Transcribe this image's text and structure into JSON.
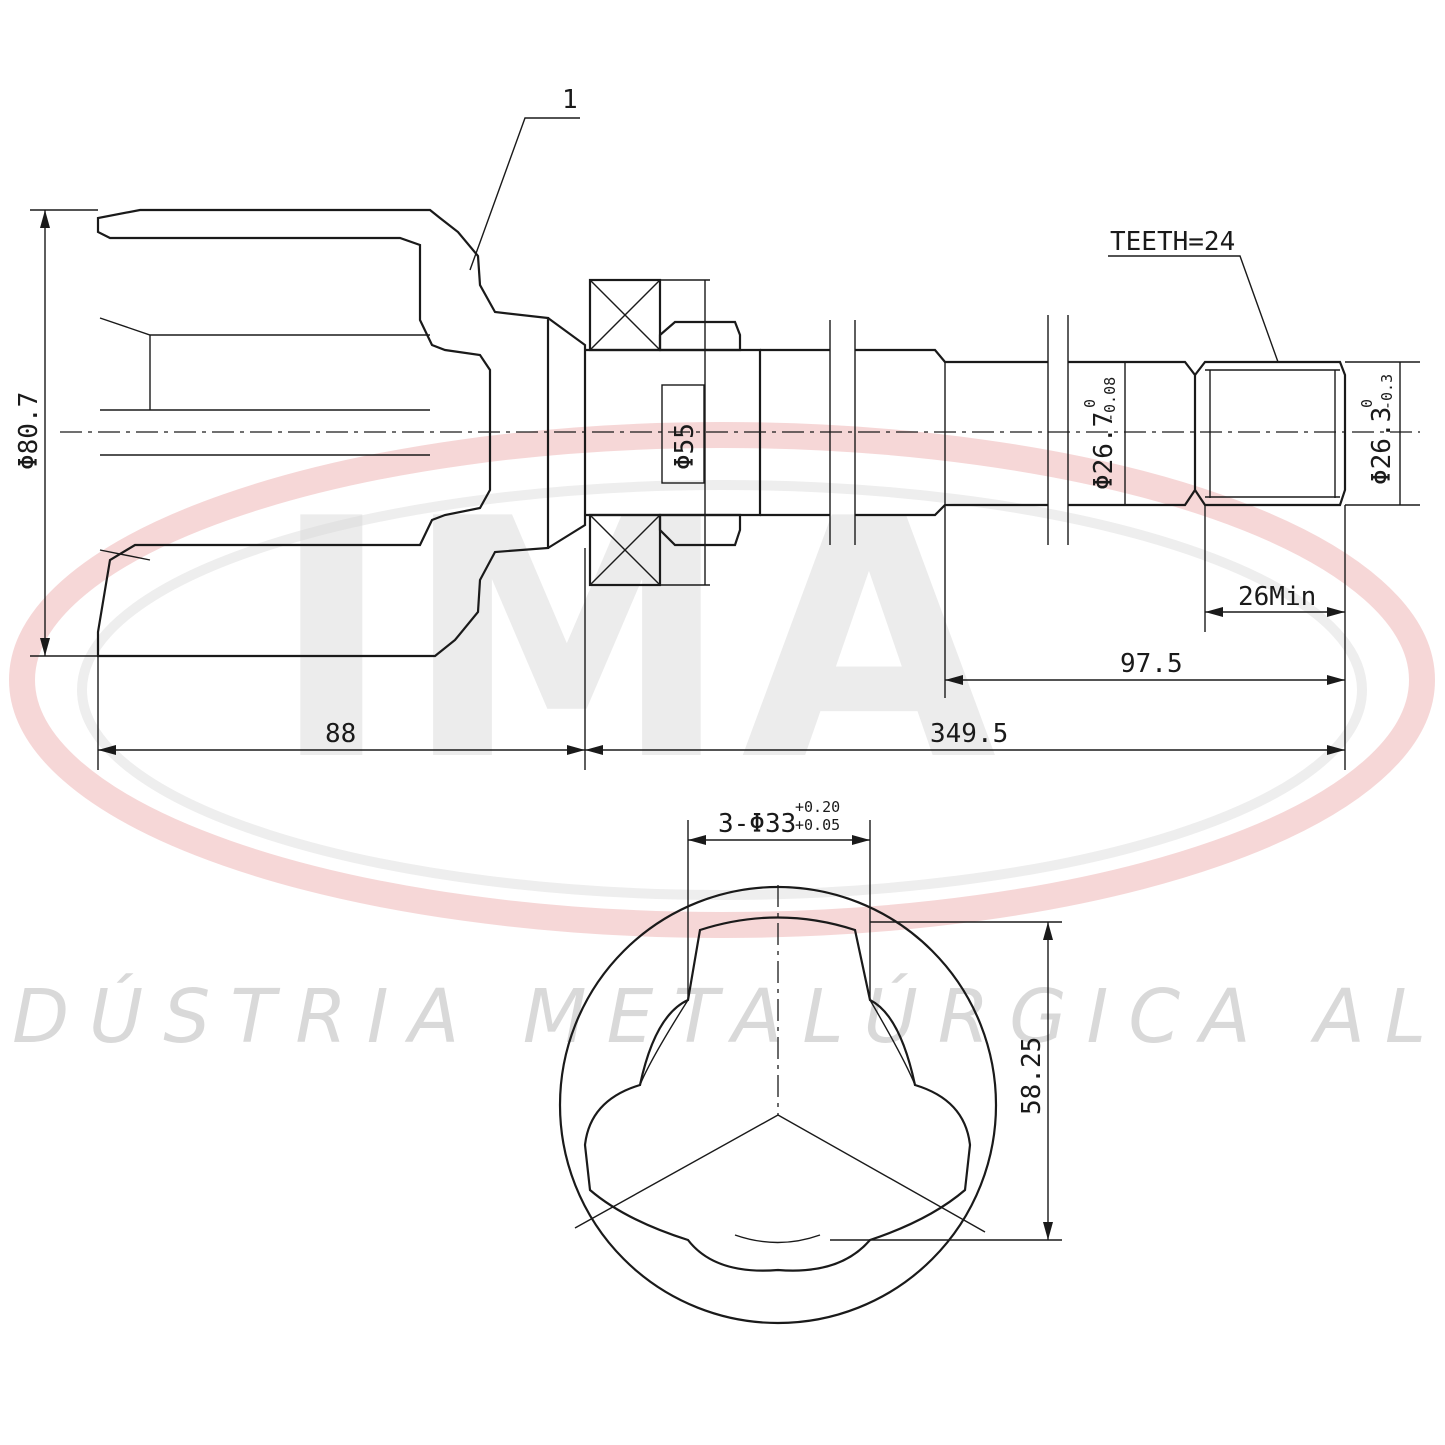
{
  "watermark": {
    "logo_text": "IMA",
    "company": "INDÚSTRIA METALÚRGICA ALLI",
    "ring_color": "#f2c6c6"
  },
  "drawing": {
    "part_label": "1",
    "dims": {
      "d_outer": "Φ80.7",
      "d_bearing": "Φ55",
      "d_shaft": "Φ26.7",
      "d_shaft_tol_upper": "0",
      "d_shaft_tol_lower": "-0.08",
      "d_spline": "Φ26.3",
      "d_spline_tol_upper": "0",
      "d_spline_tol_lower": "-0.3",
      "teeth": "TEETH=24",
      "spline_len": "26Min",
      "len_975": "97.5",
      "len_88": "88",
      "len_3495": "349.5",
      "bore": "3-Φ33",
      "bore_tol_upper": "+0.20",
      "bore_tol_lower": "+0.05",
      "height_5825": "58.25"
    }
  }
}
